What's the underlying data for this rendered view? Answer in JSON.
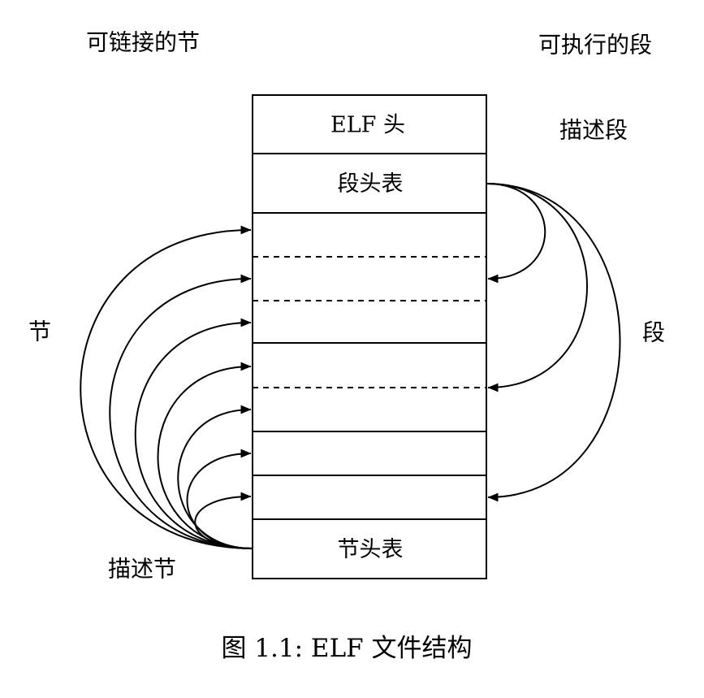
{
  "colors": {
    "line": "#000000",
    "text": "#000000",
    "background": "#ffffff"
  },
  "labels": {
    "top_left": "可链接的节",
    "top_right": "可执行的段",
    "describes_segments": "描述段",
    "segment": "段",
    "section": "节",
    "describes_sections": "描述节"
  },
  "box_rows": {
    "elf_header": "ELF 头",
    "program_header_table": "段头表",
    "section_header_table": "节头表"
  },
  "caption": "图 1.1: ELF 文件结构"
}
